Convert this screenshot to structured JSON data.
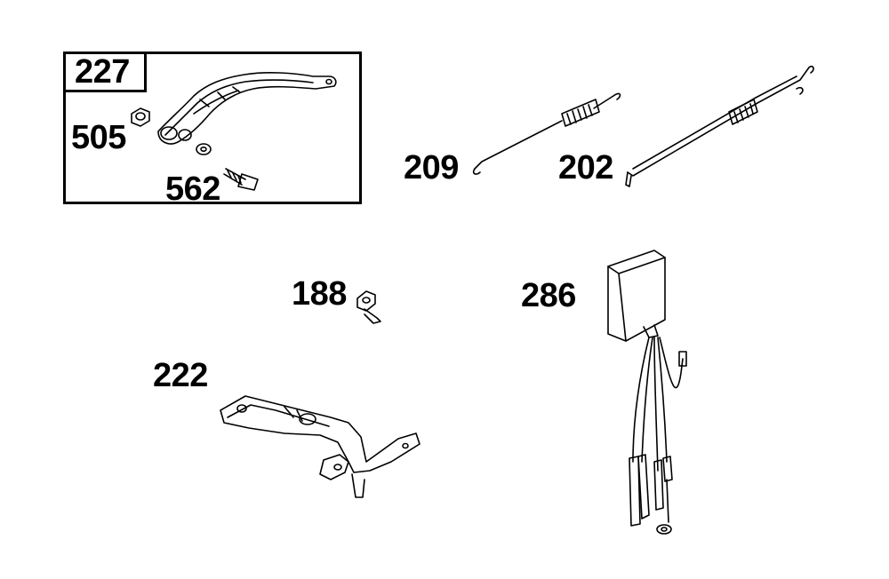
{
  "callouts": {
    "kit": "227",
    "nut": "505",
    "bolt": "562",
    "spring": "209",
    "link_rod": "202",
    "screw": "188",
    "bracket": "222",
    "module": "286"
  },
  "colors": {
    "line": "#000000",
    "background": "#ffffff"
  }
}
